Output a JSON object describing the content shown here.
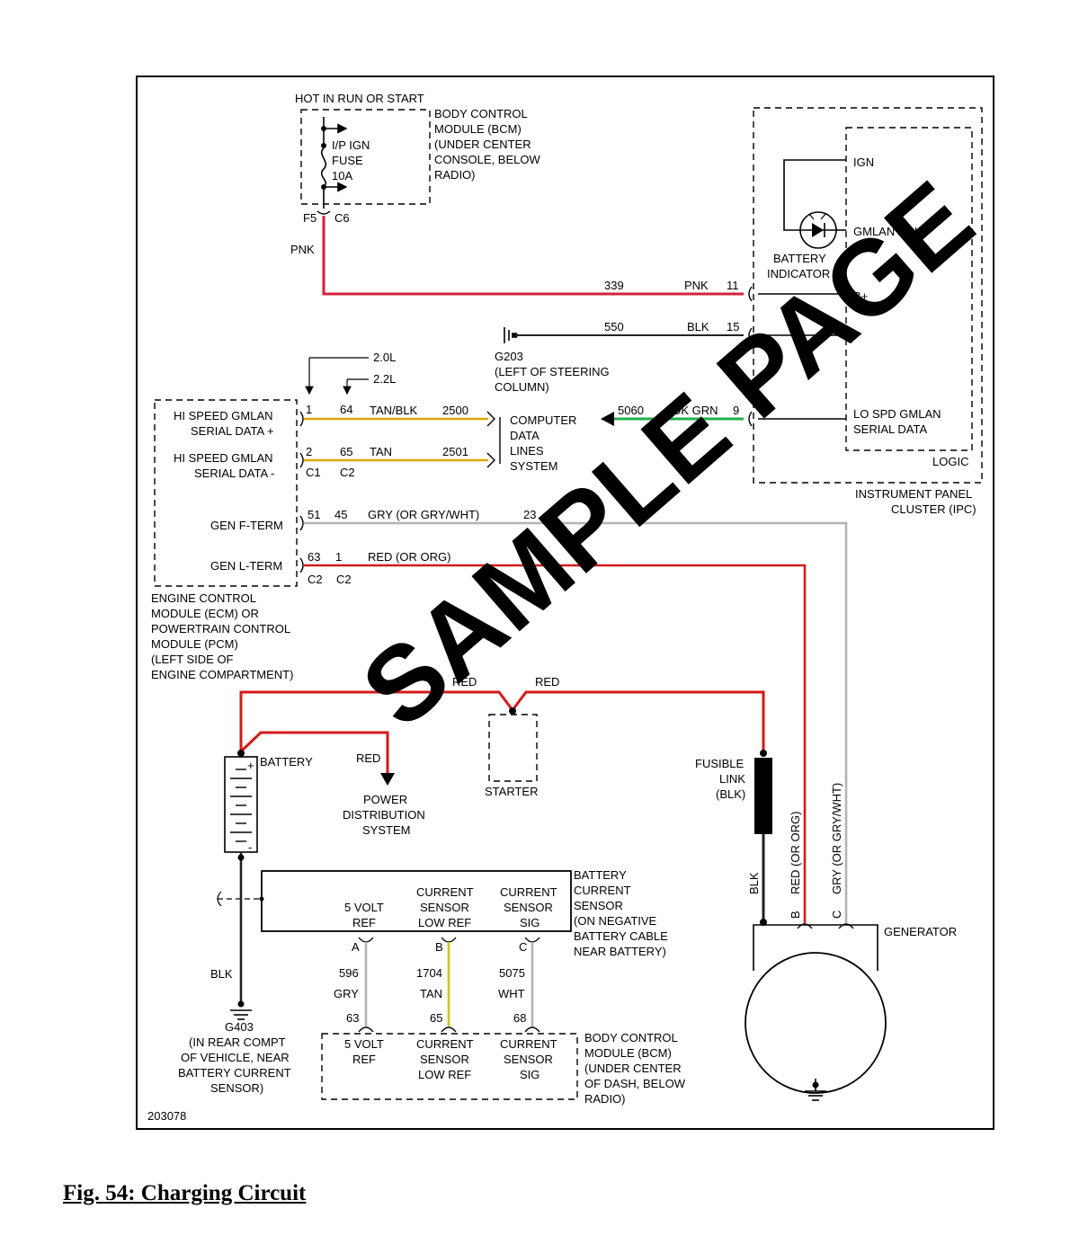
{
  "caption": "Fig. 54: Charging Circuit",
  "watermark": "SAMPLE PAGE",
  "diagram_id": "203078",
  "colors": {
    "pnk": "#d4213d",
    "blk": "#222222",
    "tan": "#e0a800",
    "grn": "#22b14c",
    "gry": "#b4b4b4",
    "red": "#d41a1a",
    "tan_yellow": "#d9c400"
  },
  "bcm_top": {
    "hot_label": "HOT IN RUN OR START",
    "name": [
      "BODY CONTROL",
      "MODULE (BCM)",
      "(UNDER CENTER",
      "CONSOLE, BELOW",
      "RADIO)"
    ],
    "fuse": [
      "I/P IGN",
      "FUSE",
      "10A"
    ],
    "pin_f5": "F5",
    "pin_c6": "C6",
    "wire_color": "PNK"
  },
  "ipc": {
    "ign": "IGN",
    "gmlan_ecu": "GMLAN ECU",
    "battery_indicator": [
      "BATTERY",
      "INDICATOR"
    ],
    "b_plus": "B+",
    "lo_spd": [
      "LO SPD GMLAN",
      "SERIAL DATA"
    ],
    "logic": "LOGIC",
    "name": [
      "INSTRUMENT PANEL",
      "CLUSTER (IPC)"
    ]
  },
  "circuits": {
    "c339": {
      "num": "339",
      "color": "PNK",
      "pin": "11"
    },
    "c550": {
      "num": "550",
      "color": "BLK",
      "pin": "15"
    },
    "c5060": {
      "num": "5060",
      "color": "DK GRN",
      "pin": "9"
    },
    "c2500": {
      "num": "2500",
      "color": "TAN/BLK",
      "pin_a": "1",
      "pin_b": "64"
    },
    "c2501": {
      "num": "2501",
      "color": "TAN",
      "pin_a": "2",
      "pin_b": "65"
    },
    "c23": {
      "num": "23",
      "color": "GRY (OR GRY/WHT)",
      "pin_a": "51",
      "pin_b": "45"
    },
    "c_lterm": {
      "color": "RED (OR ORG)",
      "pin_a": "63",
      "pin_b": "1"
    }
  },
  "g203": {
    "name": "G203",
    "desc": [
      "(LEFT OF STEERING",
      "COLUMN)"
    ]
  },
  "engine_variants": {
    "v1": "2.0L",
    "v2": "2.2L"
  },
  "ecm": {
    "hi_speed_plus": [
      "HI SPEED GMLAN",
      "SERIAL DATA +"
    ],
    "hi_speed_minus": [
      "HI SPEED GMLAN",
      "SERIAL DATA -"
    ],
    "gen_f": "GEN F-TERM",
    "gen_l": "GEN L-TERM",
    "conn_c1": "C1",
    "conn_c2": "C2",
    "name": [
      "ENGINE CONTROL",
      "MODULE (ECM) OR",
      "POWERTRAIN CONTROL",
      "MODULE (PCM)",
      "(LEFT SIDE OF",
      "ENGINE COMPARTMENT)"
    ]
  },
  "computer_data": [
    "COMPUTER",
    "DATA",
    "LINES",
    "SYSTEM"
  ],
  "battery": {
    "name": "BATTERY",
    "plus": "+",
    "minus": "-"
  },
  "red_label": "RED",
  "power_dist": [
    "POWER",
    "DISTRIBUTION",
    "SYSTEM"
  ],
  "starter": "STARTER",
  "fusible_link": [
    "FUSIBLE",
    "LINK",
    "(BLK)"
  ],
  "gen_wires": {
    "blk": "BLK",
    "red": "RED (OR ORG)",
    "gry": "GRY (OR GRY/WHT)",
    "pin_b": "B",
    "pin_c": "C"
  },
  "generator": "GENERATOR",
  "bcs": {
    "name": [
      "BATTERY",
      "CURRENT",
      "SENSOR",
      "(ON NEGATIVE",
      "BATTERY CABLE",
      "NEAR BATTERY)"
    ],
    "ref": [
      "5 VOLT",
      "REF"
    ],
    "low_ref": [
      "CURRENT",
      "SENSOR",
      "LOW REF"
    ],
    "sig": [
      "CURRENT",
      "SENSOR",
      "SIG"
    ],
    "pins": [
      "A",
      "B",
      "C"
    ]
  },
  "sensor_wires": {
    "w596": {
      "num": "596",
      "color": "GRY",
      "pin": "63"
    },
    "w1704": {
      "num": "1704",
      "color": "TAN",
      "pin": "65"
    },
    "w5075": {
      "num": "5075",
      "color": "WHT",
      "pin": "68"
    }
  },
  "ground_wire": "BLK",
  "g403": {
    "name": "G403",
    "desc": [
      "(IN REAR COMPT",
      "OF VEHICLE, NEAR",
      "BATTERY CURRENT",
      "SENSOR)"
    ]
  },
  "bcm_bottom": {
    "ref": [
      "5 VOLT",
      "REF"
    ],
    "low_ref": [
      "CURRENT",
      "SENSOR",
      "LOW REF"
    ],
    "sig": [
      "CURRENT",
      "SENSOR",
      "SIG"
    ],
    "name": [
      "BODY CONTROL",
      "MODULE (BCM)",
      "(UNDER CENTER",
      "OF DASH, BELOW",
      "RADIO)"
    ]
  }
}
